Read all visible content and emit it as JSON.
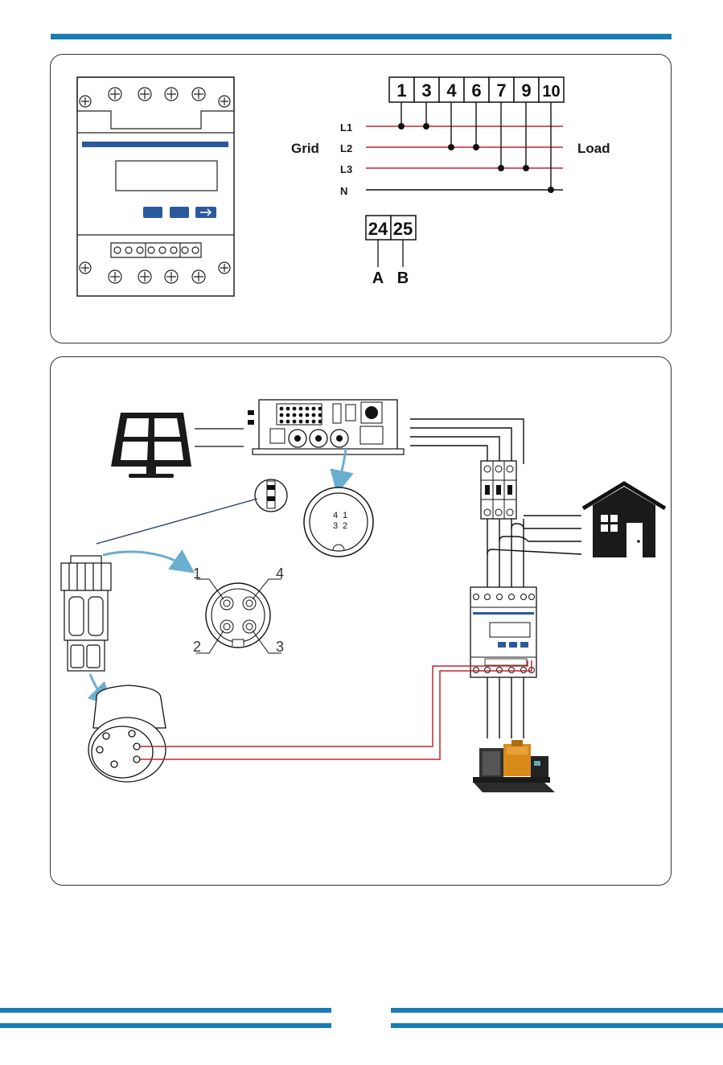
{
  "diagram": {
    "terminal_numbers": [
      "1",
      "3",
      "4",
      "6",
      "7",
      "9",
      "10"
    ],
    "lines": [
      "L1",
      "L2",
      "L3",
      "N"
    ],
    "grid_label": "Grid",
    "load_label": "Load",
    "rs485_terminals": [
      "24",
      "25"
    ],
    "rs485_labels": [
      "A",
      "B"
    ],
    "connector_pins_small": [
      "4",
      "1",
      "3",
      "2"
    ],
    "connector_pins": [
      "1",
      "4",
      "2",
      "3"
    ]
  },
  "colors": {
    "accent": "#1a7db3",
    "wire_red": "#c0262c",
    "meter_blue": "#2b5a9c"
  }
}
